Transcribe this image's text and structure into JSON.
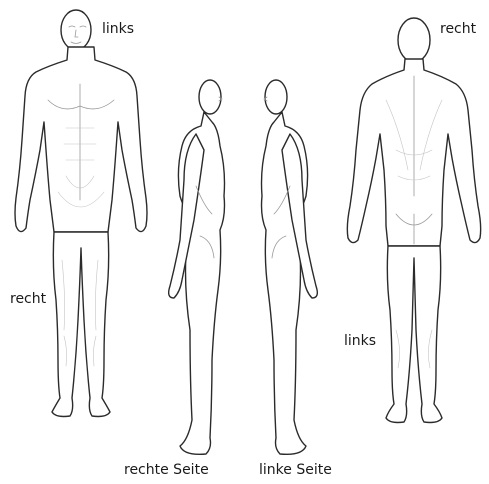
{
  "labels": {
    "front_left": "links",
    "front_right": "recht",
    "back_right": "recht",
    "back_left": "links",
    "side_right": "rechte Seite",
    "side_left": "linke Seite"
  },
  "figures": [
    {
      "view": "front"
    },
    {
      "view": "right-side"
    },
    {
      "view": "left-side"
    },
    {
      "view": "back"
    }
  ]
}
